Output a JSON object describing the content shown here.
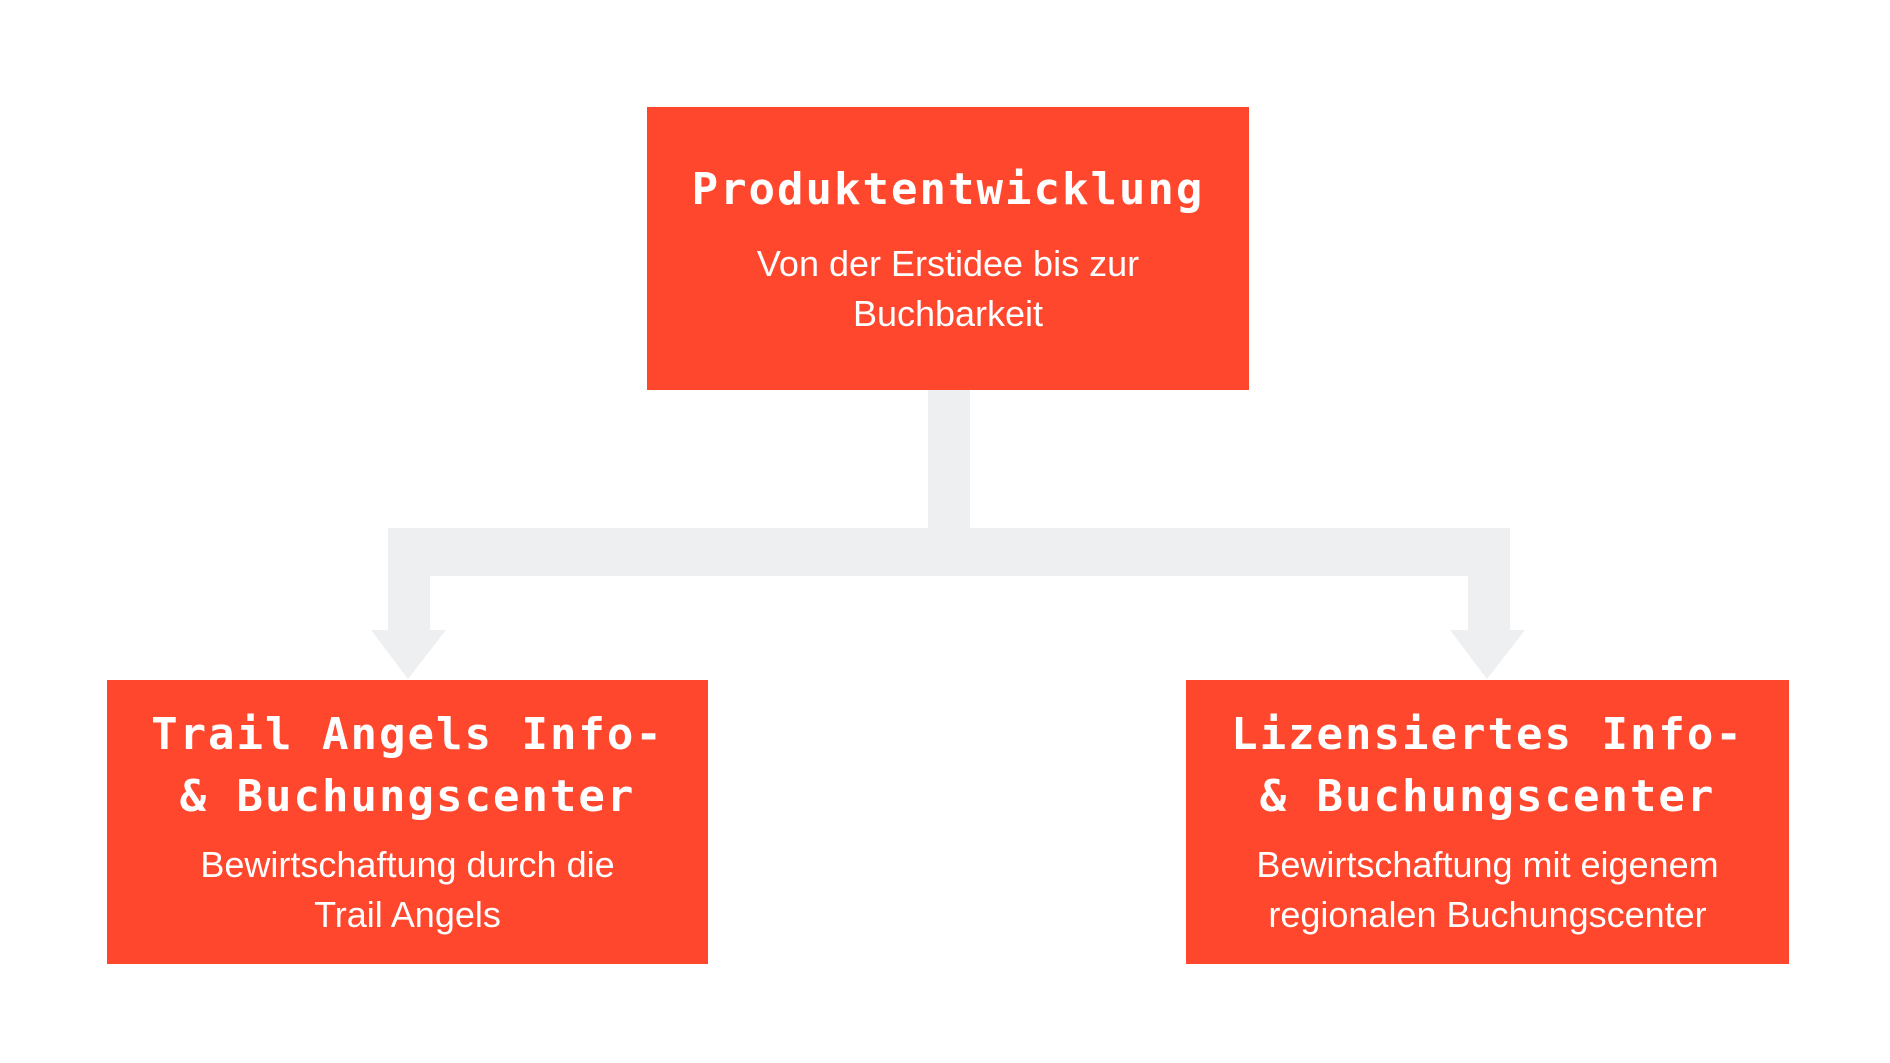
{
  "colors": {
    "box_fill": "#ff472d",
    "box_text": "#ffffff",
    "connector": "#eeeff1"
  },
  "nodes": {
    "top": {
      "title": "Produktentwicklung",
      "description": "Von der Erstidee bis zur\nBuchbarkeit"
    },
    "left": {
      "title": "Trail Angels Info-\n& Buchungscenter",
      "description": "Bewirtschaftung durch die\nTrail Angels"
    },
    "right": {
      "title": "Lizensiertes Info-\n& Buchungscenter",
      "description": "Bewirtschaftung mit eigenem\nregionalen Buchungscenter"
    }
  }
}
